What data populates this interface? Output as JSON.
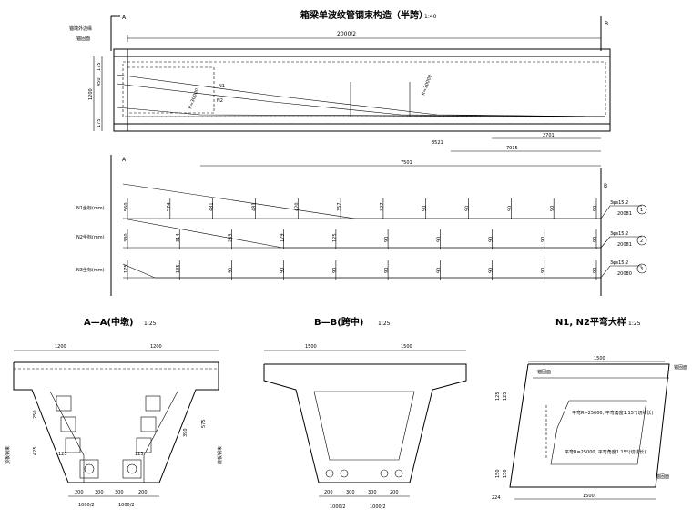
{
  "main_title": "箱梁单波纹管钢束构造（半跨）",
  "main_scale": "1:40",
  "section_a_mark": "A",
  "section_b_mark": "B",
  "top_left_labels": {
    "line1": "锚端外边缘",
    "line2": "锚固面"
  },
  "dimensions": {
    "half_span": "2000/2",
    "left_height": "1200",
    "left_450": "450",
    "left_175a": "175",
    "left_175b": "175",
    "span_2701": "2701",
    "span_7015": "7015",
    "span_7501": "7501",
    "span_8521": "8521",
    "r_label": "R=30000"
  },
  "tendon_labels": {
    "n1": "N1",
    "n2": "N2",
    "n1_call": "1",
    "n2_call": "2",
    "n3_call": "3"
  },
  "tendon_specs": {
    "spec1a": "3φs15.2",
    "spec1b": "20081",
    "spec2a": "3φs15.2",
    "spec2b": "20081",
    "spec3a": "3φs15.2",
    "spec3b": "20080"
  },
  "profile_row_labels": {
    "r1": "N1坐标(mm)",
    "r2": "N2坐标(mm)",
    "r3": "N3坐标(mm)"
  },
  "profile_values": {
    "row1": [
      "560",
      "574",
      "481",
      "481",
      "420",
      "357",
      "327",
      "90",
      "90",
      "90",
      "90",
      "90"
    ],
    "row2": [
      "330",
      "314",
      "265",
      "179",
      "125",
      "90",
      "90",
      "90",
      "90",
      "90"
    ],
    "row3": [
      "175",
      "135",
      "90",
      "90",
      "90",
      "90",
      "90",
      "90",
      "90",
      "90"
    ]
  },
  "section_aa": {
    "title": "A—A(中墩)",
    "scale": "1:25",
    "dim_left": "1200",
    "dim_right": "1200",
    "bottom_a": "1000/2",
    "bottom_b": "1000/2",
    "b200": "200",
    "b300": "300",
    "b300b": "300",
    "b200b": "200",
    "d125a": "125",
    "d125b": "125",
    "side_left": "顶板钢束",
    "side_right": "底板钢束",
    "v250": "250",
    "v425": "425",
    "v390": "390",
    "v575": "575"
  },
  "section_bb": {
    "title": "B—B(跨中)",
    "scale": "1:25",
    "dim_left": "1500",
    "dim_right": "1500",
    "bottom_a": "1000/2",
    "bottom_b": "1000/2",
    "b200": "200",
    "b300": "300",
    "b300b": "300",
    "b200b": "200"
  },
  "tendon_bend": {
    "title": "N1, N2平弯大样",
    "scale": "1:25",
    "top_dim": "1500",
    "bottom_dim": "1500",
    "left_125a": "125",
    "left_125b": "125",
    "left_150": "150",
    "left_150b": "150",
    "label_a": "锚固面",
    "label_b": "锚固面",
    "label_c": "锚固面",
    "note1": "平弯R=25000, 平弯角度1.15°(切线长)",
    "note2": "平弯R=25000, 平弯角度1.15°(切线长)",
    "b_left": "224"
  }
}
